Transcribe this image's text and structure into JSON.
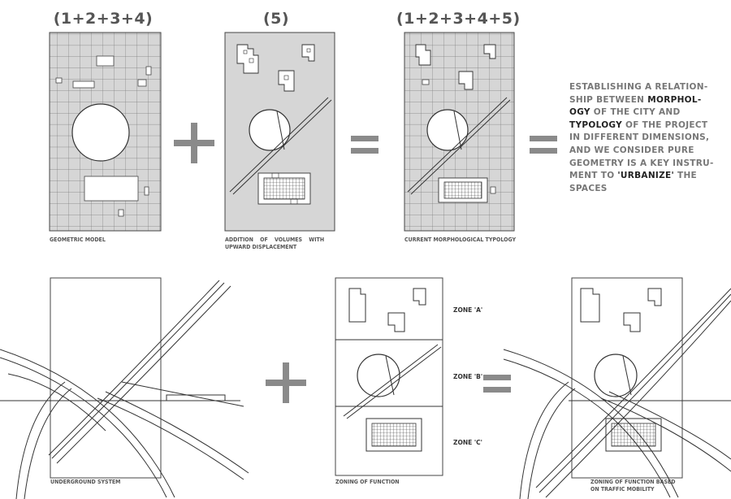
{
  "top_row": {
    "panel1": {
      "heading": "(1+2+3+4)",
      "caption": "GEOMETRIC MODEL"
    },
    "panel2": {
      "heading": "(5)",
      "caption_line1": "ADDITION OF VOLUMES WITH",
      "caption_line2": "UPWARD DISPLACEMENT"
    },
    "panel3": {
      "heading": "(1+2+3+4+5)",
      "caption": "CURRENT MORPHOLOGICAL TYPOLOGY"
    }
  },
  "description": {
    "line1": "ESTABLISHING A RELATION-",
    "line2a": "SHIP BETWEEN ",
    "line2b": "MORPHOL-",
    "line3a": "OGY",
    "line3b": " OF THE CITY AND",
    "line4a": "TYPOLOGY",
    "line4b": " OF THE PROJECT",
    "line5": "IN DIFFERENT DIMENSIONS,",
    "line6": "AND WE CONSIDER PURE",
    "line7": "GEOMETRY IS A KEY INSTRU-",
    "line8a": "MENT TO ",
    "line8b": "'URBANIZE'",
    "line8c": " THE",
    "line9": "SPACES"
  },
  "bottom_row": {
    "panel1": {
      "caption": "UNDERGROUND SYSTEM"
    },
    "panel2": {
      "caption": "ZONING OF FUNCTION",
      "zones": [
        "ZONE 'A'",
        "ZONE 'B'",
        "ZONE 'C'"
      ]
    },
    "panel3": {
      "caption_line1": "ZONING OF FUNCTION BASED",
      "caption_line2": "ON TRAFFIC MOBILITY"
    }
  },
  "operators": {
    "plus": "+",
    "equals": "="
  },
  "colors": {
    "panel_fill": "#d6d6d6",
    "grid_line": "#777777",
    "ink": "#222222",
    "operator": "#888888"
  }
}
